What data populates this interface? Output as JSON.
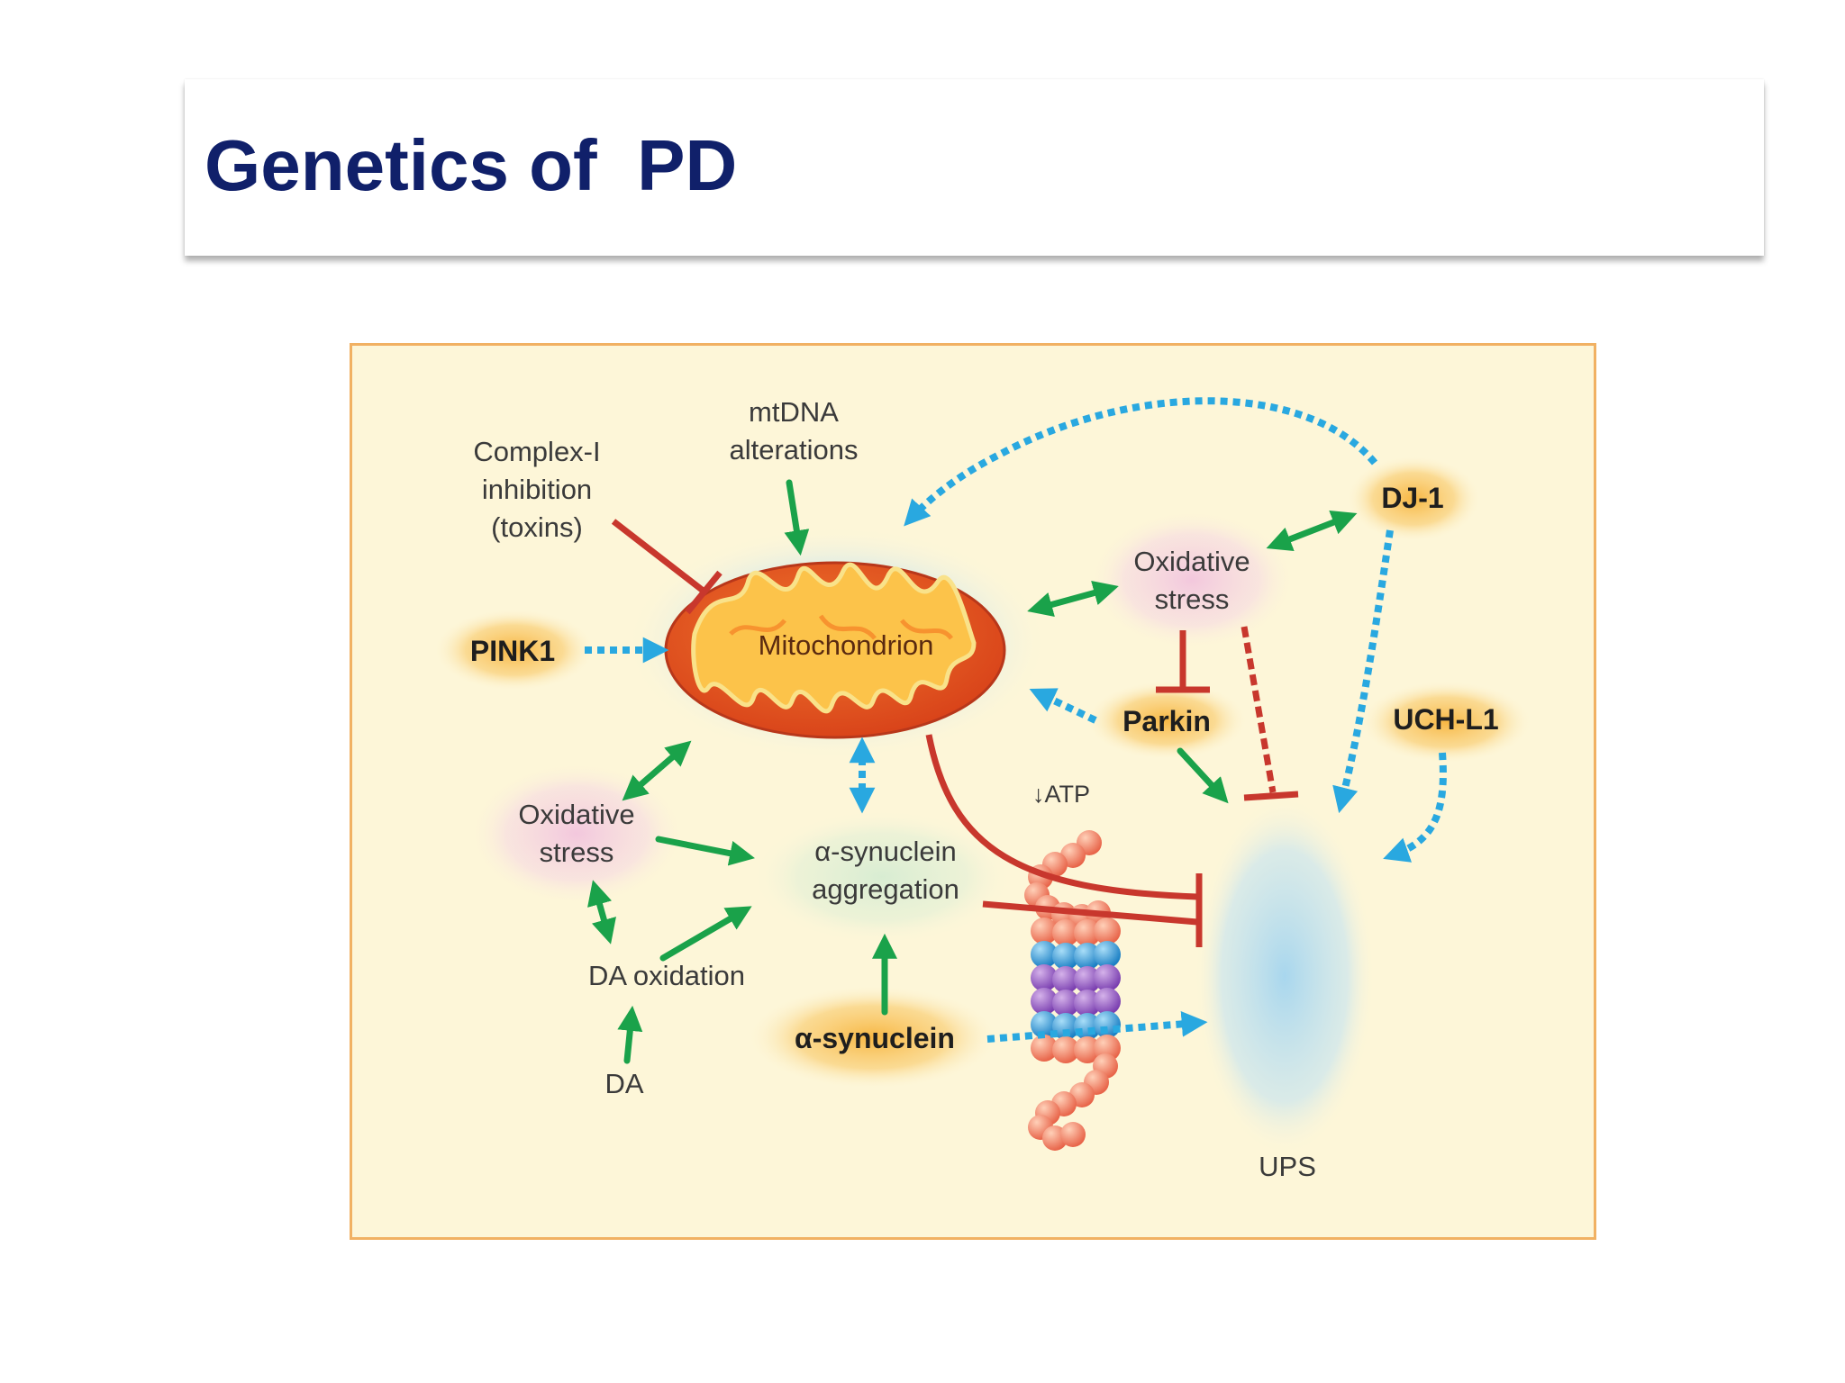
{
  "slide": {
    "title": "Genetics of  PD"
  },
  "diagram": {
    "labels": {
      "complex_line1": "Complex-I",
      "complex_line2": "inhibition",
      "complex_line3": "(toxins)",
      "mtdna_line1": "mtDNA",
      "mtdna_line2": "alterations",
      "dj1": "DJ-1",
      "oxstress_right_line1": "Oxidative",
      "oxstress_right_line2": "stress",
      "pink1": "PINK1",
      "mitochondrion": "Mitochondrion",
      "parkin": "Parkin",
      "uchl1": "UCH-L1",
      "atp": "↓ATP",
      "oxstress_left_line1": "Oxidative",
      "oxstress_left_line2": "stress",
      "asyn_agg_line1": "α-synuclein",
      "asyn_agg_line2": "aggregation",
      "da_oxidation": "DA oxidation",
      "asyn": "α-synuclein",
      "da": "DA",
      "ups": "UPS"
    },
    "colors": {
      "green_arrow": "#1aa24a",
      "blue_dotted": "#29a8e0",
      "red_inhibit": "#c8372d",
      "background": "#fdf6d8",
      "border": "#f1b163"
    }
  }
}
